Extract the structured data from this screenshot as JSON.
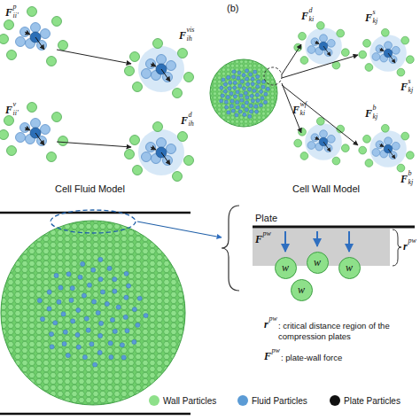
{
  "diagram": {
    "nodes": [
      {
        "text": [
          "w"
        ]
      },
      {
        "text": [
          "w"
        ]
      },
      {
        "text": [
          "w"
        ]
      },
      {
        "text": [
          "w"
        ]
      }
    ],
    "labels": [
      "F",
      "p",
      "ii'",
      "F",
      "vis",
      "ih",
      "F",
      "v",
      "ii'",
      "F",
      "d",
      "ih",
      "(b)",
      "F",
      "d",
      "ki",
      "F",
      "s",
      "kj",
      "F",
      "s",
      "kj",
      "F",
      "wf",
      "ki",
      "F",
      "b",
      "kj",
      "F",
      "b",
      "kj",
      "Cell Fluid Model",
      "Cell Wall Model",
      "Plate",
      "F",
      "pw",
      "r",
      "pw",
      "r",
      "pw",
      ": critical distance region of the compression plates",
      "F",
      "pw",
      ": plate-wall force"
    ],
    "legend": [
      {
        "text": "Wall Particles",
        "color": "#8ee08a"
      },
      {
        "text": "Fluid Particles",
        "color": "#5b9bd5"
      },
      {
        "text": "Plate Particles",
        "color": "#111111"
      }
    ]
  }
}
